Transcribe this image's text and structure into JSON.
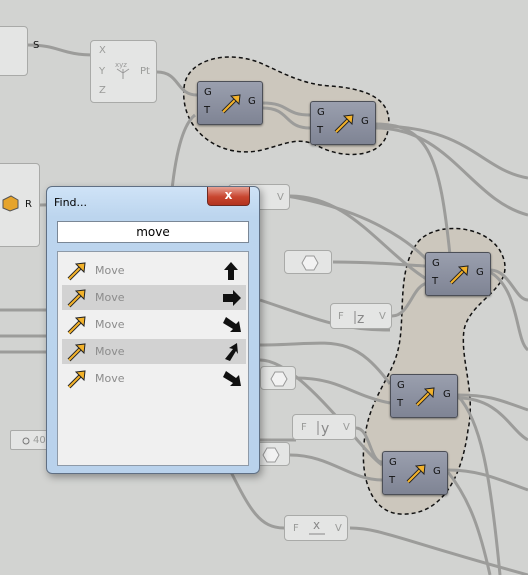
{
  "dialog": {
    "title": "Find...",
    "close_glyph": "x",
    "search_value": "move",
    "results": [
      {
        "label": "Move",
        "arrow": "arrow-up-icon"
      },
      {
        "label": "Move",
        "arrow": "arrow-right-icon"
      },
      {
        "label": "Move",
        "arrow": "arrow-down-right-icon"
      },
      {
        "label": "Move",
        "arrow": "arrow-up-right-icon"
      },
      {
        "label": "Move",
        "arrow": "arrow-down-right-icon"
      }
    ]
  },
  "components": {
    "s_output": "S",
    "r_output": "R",
    "slider_value": "40",
    "pt_inputs": [
      "X",
      "Y",
      "Z"
    ],
    "pt_output": "Pt",
    "move_inputs": [
      "G",
      "T"
    ],
    "move_output": "G",
    "vec_z": {
      "input": "F",
      "output": "V"
    },
    "vec_y": {
      "input": "F",
      "output": "V"
    },
    "vec_x": {
      "input": "F",
      "output": "V"
    }
  },
  "colors": {
    "canvas": "#d2d3d1",
    "group_fill": "#ccc7bd",
    "move_component": "#8a8f9e",
    "wire": "#9c9c9a",
    "dialog_frame": "#bcd5ee",
    "selected_row": "#d2d2d2"
  }
}
